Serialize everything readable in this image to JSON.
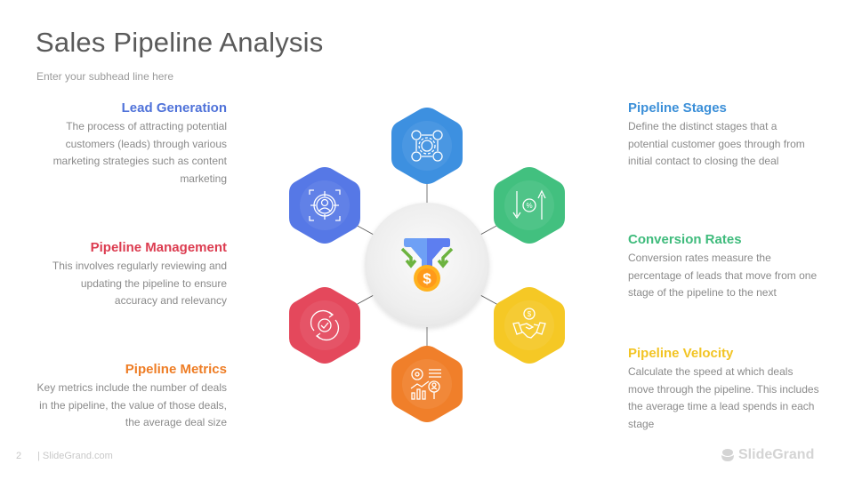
{
  "header": {
    "title": "Sales Pipeline Analysis",
    "subhead": "Enter your subhead line here"
  },
  "center": {
    "icon": "funnel-dollar-icon"
  },
  "sections": [
    {
      "id": "lead-generation",
      "title": "Lead Generation",
      "color": "#4f72d9",
      "icon": "target-user-icon",
      "hex_color": "#5678e6",
      "text": "The process of attracting potential customers (leads) through various marketing strategies such as content marketing"
    },
    {
      "id": "pipeline-management",
      "title": "Pipeline Management",
      "color": "#dc3c50",
      "icon": "refresh-check-icon",
      "hex_color": "#e4485c",
      "text": "This involves regularly reviewing and updating the pipeline to ensure accuracy and relevancy"
    },
    {
      "id": "pipeline-metrics",
      "title": "Pipeline Metrics",
      "color": "#ee7d25",
      "icon": "analytics-search-icon",
      "hex_color": "#f07f2a",
      "text": "Key metrics include the number of deals in the pipeline, the value of those deals, the average deal size"
    },
    {
      "id": "pipeline-stages",
      "title": "Pipeline Stages",
      "color": "#3b8fd8",
      "icon": "network-gear-icon",
      "hex_color": "#3d90e0",
      "text": "Define the distinct stages that a potential customer goes through from initial contact to closing the deal"
    },
    {
      "id": "conversion-rates",
      "title": "Conversion Rates",
      "color": "#3fbb7c",
      "icon": "percent-exchange-icon",
      "hex_color": "#42c07f",
      "text": "Conversion rates measure the percentage of leads that move from one stage of the pipeline to the next"
    },
    {
      "id": "pipeline-velocity",
      "title": "Pipeline Velocity",
      "color": "#f2c424",
      "icon": "handshake-dollar-icon",
      "hex_color": "#f5c825",
      "text": "Calculate the speed at which deals move through the pipeline. This includes the average time a lead spends in each stage"
    }
  ],
  "footer": {
    "page_number": "2",
    "site": "| SlideGrand.com",
    "brand": "SlideGrand"
  }
}
